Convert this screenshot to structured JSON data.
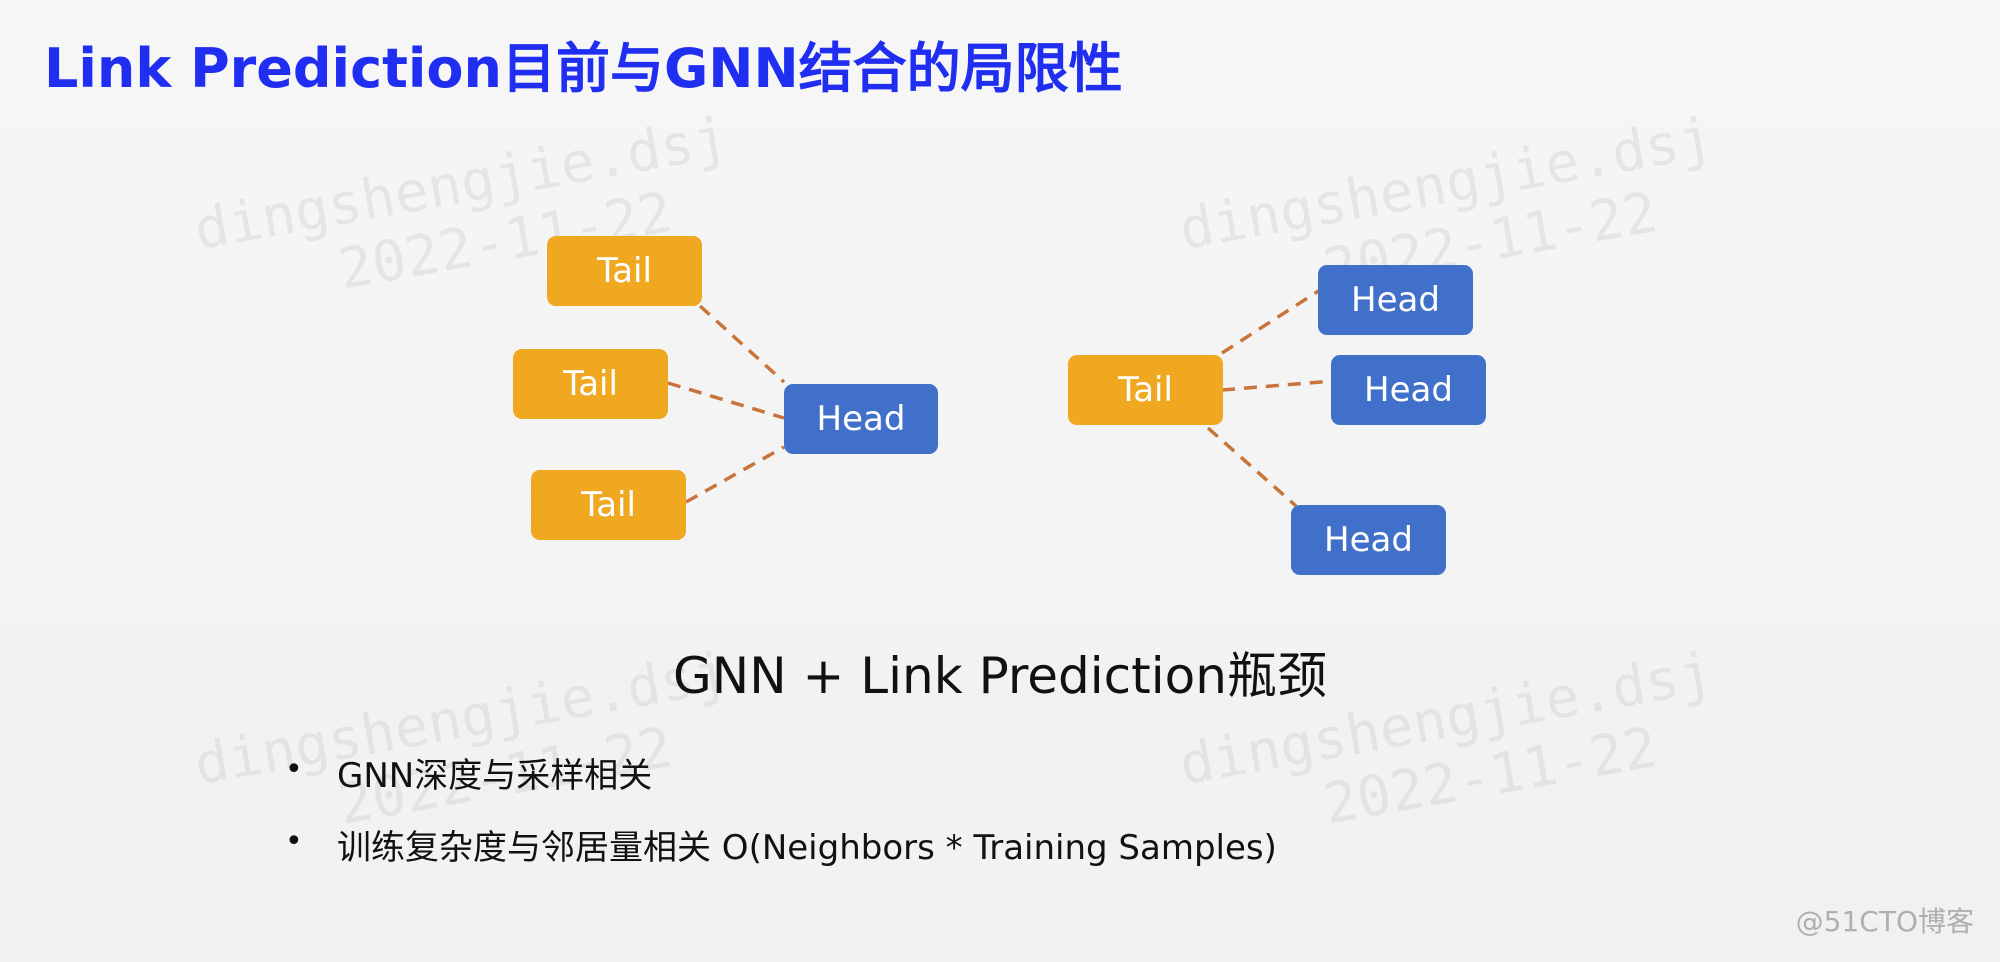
{
  "slide": {
    "title": "Link Prediction目前与GNN结合的局限性",
    "subtitle": "GNN + Link Prediction瓶颈",
    "bullets": [
      "GNN深度与采样相关",
      "训练复杂度与邻居量相关 O(Neighbors * Training Samples)"
    ],
    "credit": "@51CTO博客",
    "watermark": {
      "line1": "dingshengjie.dsj",
      "line2": "2022-11-22"
    }
  },
  "diagram_left": {
    "tails": [
      "Tail",
      "Tail",
      "Tail"
    ],
    "head": "Head"
  },
  "diagram_right": {
    "tail": "Tail",
    "heads": [
      "Head",
      "Head",
      "Head"
    ]
  },
  "colors": {
    "title": "#1f2ef0",
    "tail_node": "#f0a821",
    "head_node": "#4170cb",
    "edge": "#c8743a"
  }
}
